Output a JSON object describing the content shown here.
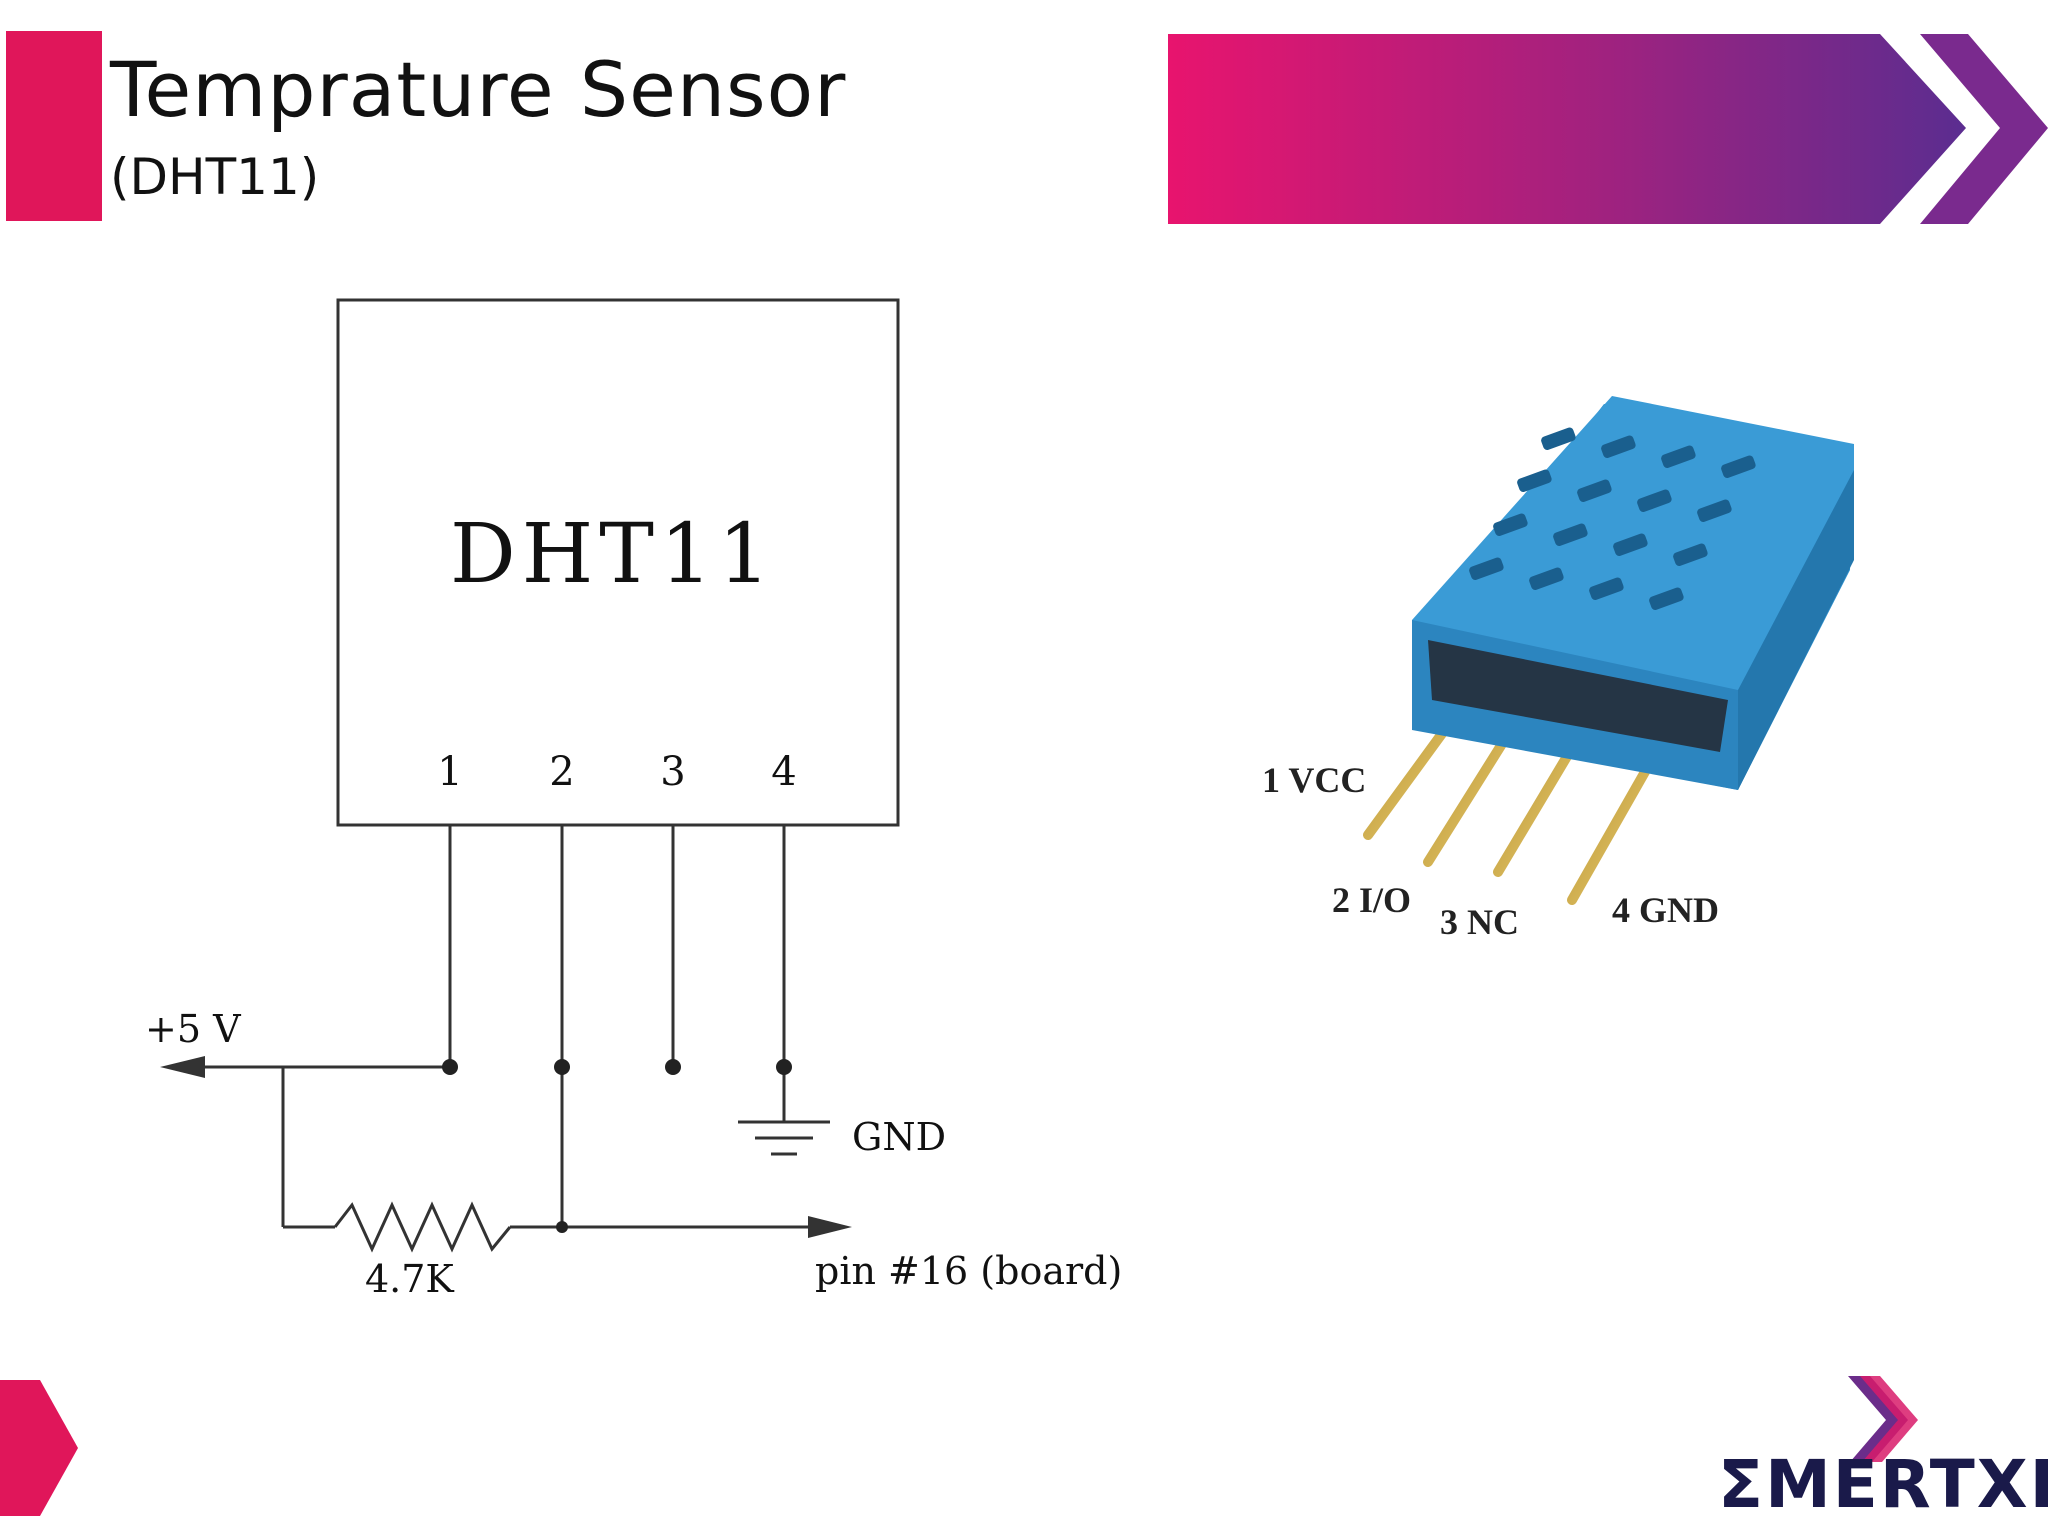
{
  "slide": {
    "title": "Temprature Sensor",
    "subtitle": "(DHT11)"
  },
  "schematic": {
    "chip_label": "DHT11",
    "pins": [
      "1",
      "2",
      "3",
      "4"
    ],
    "supply_label": "+5 V",
    "ground_label": "GND",
    "resistor_label": "4.7K",
    "output_label": "pin #16 (board)"
  },
  "sensor_photo": {
    "pin_labels": [
      "1 VCC",
      "2 I/O",
      "3 NC",
      "4 GND"
    ],
    "body_color": "#3a9bd6"
  },
  "logo": {
    "text": "ΣMERTXE"
  },
  "colors": {
    "accent_pink": "#e0165a",
    "gradient_end": "#5b2d90",
    "logo_dark": "#1a1a4a"
  }
}
